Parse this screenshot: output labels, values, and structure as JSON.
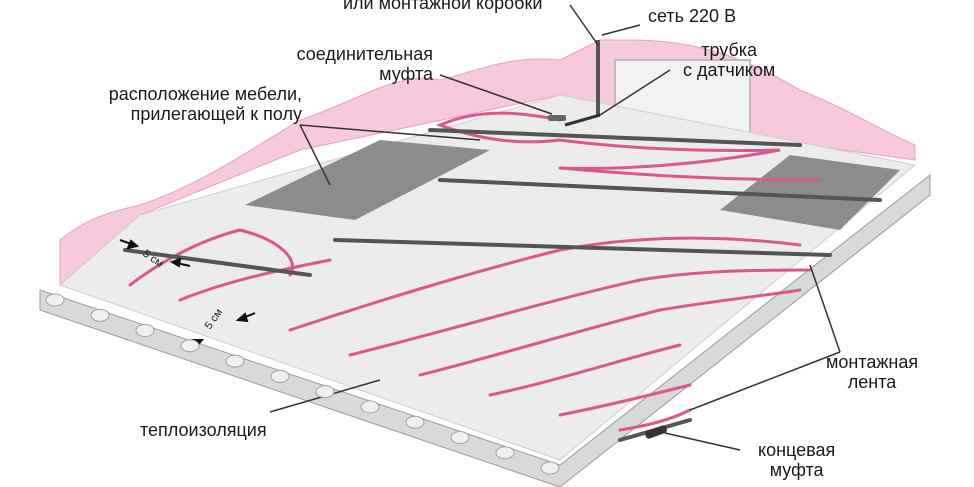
{
  "labels": {
    "junction_box": "или монтажной коробки",
    "mains": "сеть 220 В",
    "coupling_line1": "соединительная",
    "coupling_line2": "муфта",
    "sensor_tube_line1": "трубка",
    "sensor_tube_line2": "с датчиком",
    "furniture_line1": "расположение мебели,",
    "furniture_line2": "прилегающей к полу",
    "mounting_tape_line1": "монтажная",
    "mounting_tape_line2": "лента",
    "insulation": "теплоизоляция",
    "end_coupling_line1": "концевая",
    "end_coupling_line2": "муфта",
    "spacing_top": "5 см",
    "spacing_bottom": "5 см"
  },
  "colors": {
    "wall_pink": "#f6c9dc",
    "wall_edge": "#e8a1c0",
    "cable": "#d9588f",
    "floor": "#ececec",
    "slab": "#dcdcdc",
    "furniture": "#8c8c8c",
    "tape": "#555555"
  }
}
